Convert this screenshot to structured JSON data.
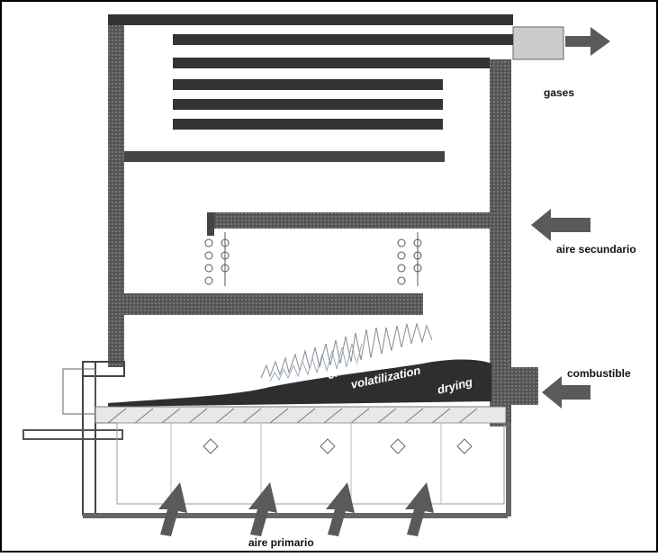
{
  "labels": {
    "gases": "gases",
    "secondary_air": "aire secundario",
    "fuel": "combustible",
    "primary_air": "aire primario"
  },
  "zones": {
    "burnout": "char burnout",
    "volatilization": "volatilization",
    "drying": "drying"
  },
  "colors": {
    "wall": "#4a4a4a",
    "baffle": "#3a3a3a",
    "arrow": "#5a5a5a",
    "fuel_bed": "#2e2e2e",
    "frame": "#000000"
  }
}
